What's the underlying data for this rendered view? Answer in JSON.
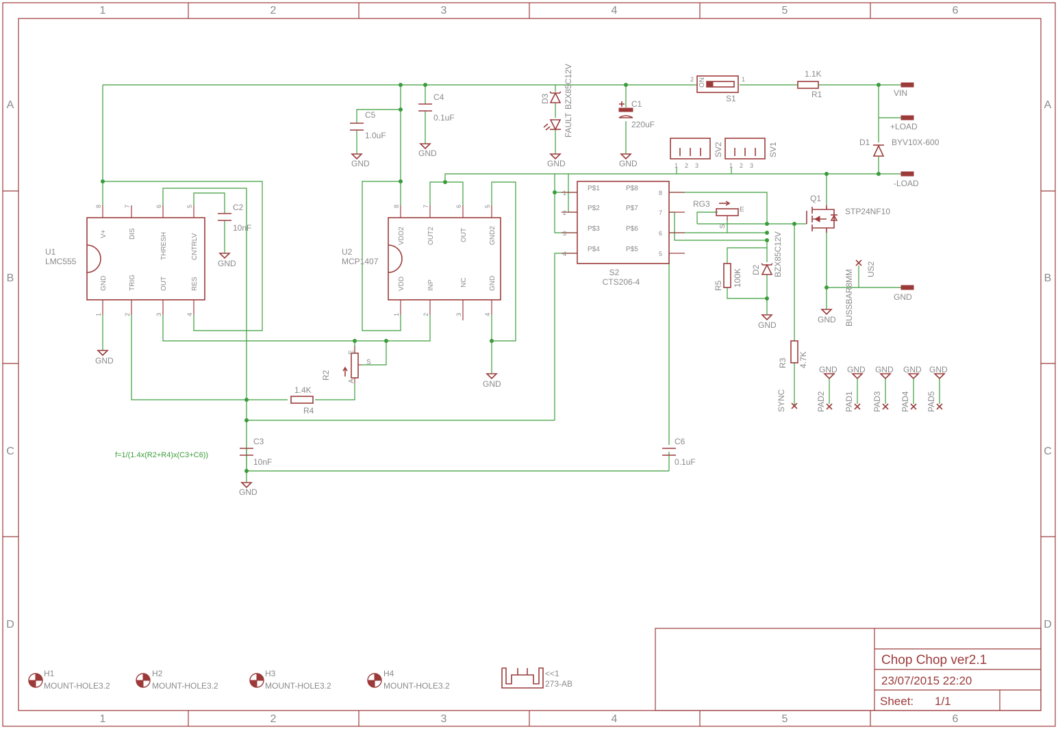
{
  "frame": {
    "columns": [
      "1",
      "2",
      "3",
      "4",
      "5",
      "6"
    ],
    "rows": [
      "A",
      "B",
      "C",
      "D"
    ]
  },
  "title_block": {
    "title": "Chop Chop ver2.1",
    "date": "23/07/2015 22:20",
    "sheet_label": "Sheet:",
    "sheet_value": "1/1"
  },
  "colors": {
    "symbol": "#9c3a3a",
    "wire": "#3a9c3a",
    "label": "#8a8a8a"
  },
  "formula": "f=1/(1.4x(R2+R4)x(C3+C6))",
  "gnd_label": "GND",
  "components": {
    "u1": {
      "name": "U1",
      "value": "LMC555",
      "pins_top": [
        {
          "num": "8",
          "name": "V+"
        },
        {
          "num": "7",
          "name": "DIS"
        },
        {
          "num": "6",
          "name": "THRESH"
        },
        {
          "num": "5",
          "name": "CNTRLV"
        }
      ],
      "pins_bottom": [
        {
          "num": "1",
          "name": "GND"
        },
        {
          "num": "2",
          "name": "TRIG"
        },
        {
          "num": "3",
          "name": "OUT"
        },
        {
          "num": "4",
          "name": "RES"
        }
      ]
    },
    "u2": {
      "name": "U2",
      "value": "MCP1407",
      "pins_top": [
        {
          "num": "8",
          "name": "VDD2"
        },
        {
          "num": "7",
          "name": "OUT2"
        },
        {
          "num": "6",
          "name": "OUT"
        },
        {
          "num": "5",
          "name": "GND2"
        }
      ],
      "pins_bottom": [
        {
          "num": "1",
          "name": "VDD"
        },
        {
          "num": "2",
          "name": "INP"
        },
        {
          "num": "3",
          "name": "NC"
        },
        {
          "num": "4",
          "name": "GND"
        }
      ]
    },
    "s2": {
      "name": "S2",
      "value": "CTS206-4",
      "pins_left": [
        {
          "num": "1",
          "name": "P$1"
        },
        {
          "num": "2",
          "name": "P$2"
        },
        {
          "num": "3",
          "name": "P$3"
        },
        {
          "num": "4",
          "name": "P$4"
        }
      ],
      "pins_right": [
        {
          "num": "8",
          "name": "P$8"
        },
        {
          "num": "7",
          "name": "P$7"
        },
        {
          "num": "6",
          "name": "P$6"
        },
        {
          "num": "5",
          "name": "P$5"
        }
      ]
    },
    "c1": {
      "name": "C1",
      "value": "220uF"
    },
    "c2": {
      "name": "C2",
      "value": "10nF"
    },
    "c3": {
      "name": "C3",
      "value": "10nF"
    },
    "c4": {
      "name": "C4",
      "value": "0.1uF"
    },
    "c5": {
      "name": "C5",
      "value": "1.0uF"
    },
    "c6": {
      "name": "C6",
      "value": "0.1uF"
    },
    "r1": {
      "name": "R1",
      "value": "1.1K"
    },
    "r2": {
      "name": "R2"
    },
    "r2pins": {
      "e": "E",
      "s": "S",
      "a": "A"
    },
    "r3": {
      "name": "R3",
      "value": "4.7K"
    },
    "r4": {
      "name": "R4",
      "value": "1.4K"
    },
    "r5": {
      "name": "R5",
      "value": "100K"
    },
    "rg": {
      "name": "RG3"
    },
    "rgpins": {
      "e": "E",
      "s": "S"
    },
    "d1": {
      "name": "D1",
      "value": "BYV10X-600"
    },
    "d2": {
      "name": "D2",
      "value": "BZX85C12V"
    },
    "d3": {
      "name": "D3",
      "value": "BZX85C12V"
    },
    "led": {
      "label": "FAULT"
    },
    "q1": {
      "name": "Q1",
      "value": "STP24NF10"
    },
    "s1": {
      "name": "S1",
      "pin1": "1",
      "pin2": "2",
      "on": "ON"
    },
    "sv1": {
      "name": "SV1",
      "pins": [
        "1",
        "2",
        "3"
      ]
    },
    "sv2": {
      "name": "SV2",
      "pins": [
        "1",
        "2",
        "3"
      ]
    },
    "us2": {
      "name": "US2",
      "value": "BUSSBAR8MM"
    },
    "sync": {
      "label": "SYNC"
    },
    "terminals": {
      "vin": "VIN",
      "pload": "+LOAD",
      "nload": "-LOAD",
      "gnd": "GND"
    },
    "pads": [
      "PAD2",
      "PAD1",
      "PAD3",
      "PAD4",
      "PAD5"
    ],
    "holes": [
      {
        "name": "H1",
        "value": "MOUNT-HOLE3.2"
      },
      {
        "name": "H2",
        "value": "MOUNT-HOLE3.2"
      },
      {
        "name": "H3",
        "value": "MOUNT-HOLE3.2"
      },
      {
        "name": "H4",
        "value": "MOUNT-HOLE3.2"
      }
    ],
    "heatsink": {
      "name": "<<1",
      "value": "273-AB"
    }
  }
}
